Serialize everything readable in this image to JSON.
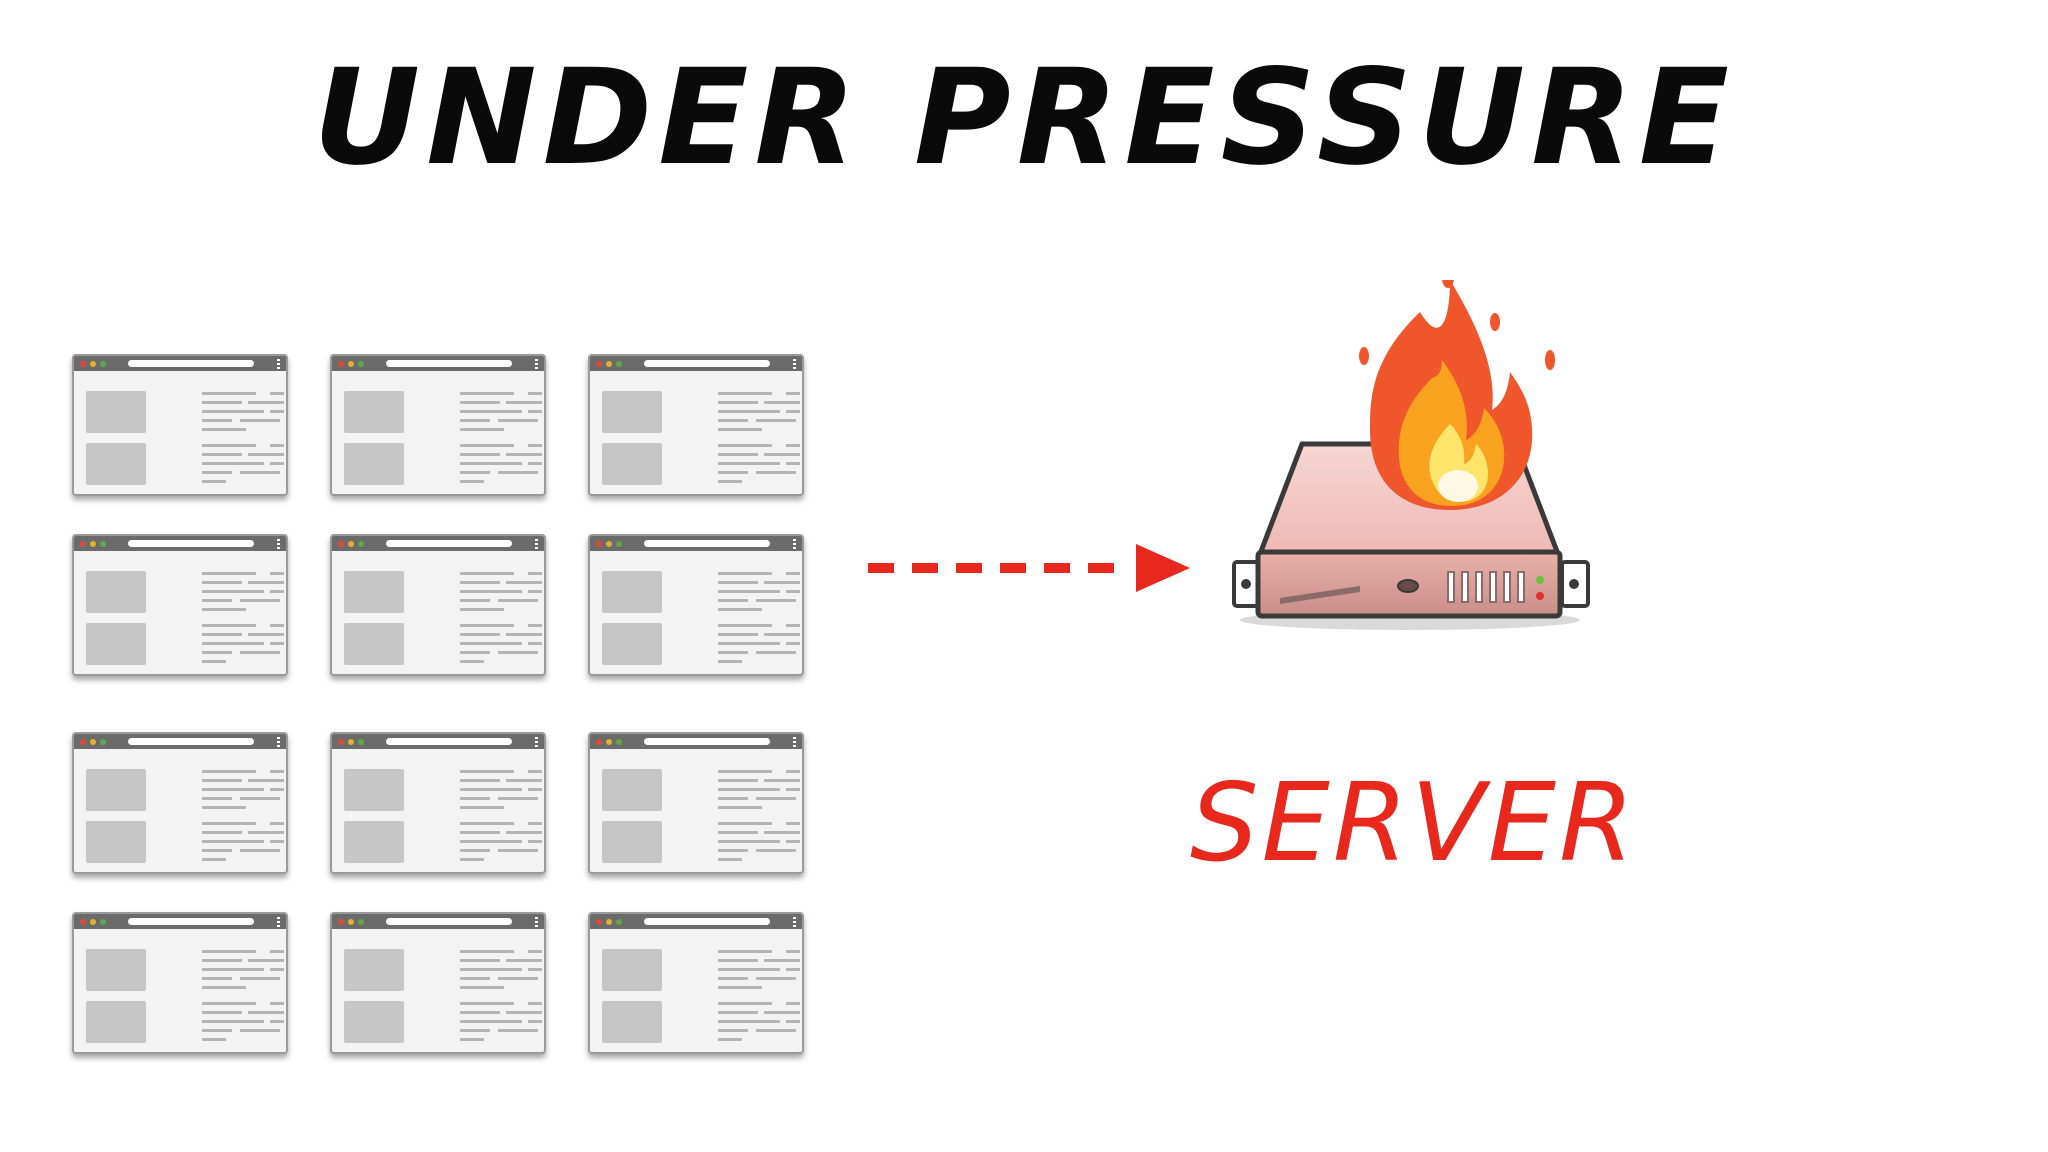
{
  "title": "UNDER PRESSURE",
  "server_label": "SERVER",
  "colors": {
    "title": "#0a0a0a",
    "accent_red": "#e8281c",
    "window_frame": "#6b6b6b",
    "window_body": "#f3f3f3",
    "placeholder": "#c6c6c6",
    "server_body": "#f2c4c0",
    "flame_outer": "#f0562c",
    "flame_mid": "#f9a21f",
    "flame_inner": "#fde46a"
  },
  "browser_windows": [
    {
      "id": "w1"
    },
    {
      "id": "w2"
    },
    {
      "id": "w3"
    },
    {
      "id": "w4"
    },
    {
      "id": "w5"
    },
    {
      "id": "w6"
    },
    {
      "id": "w7"
    },
    {
      "id": "w8"
    },
    {
      "id": "w9"
    },
    {
      "id": "w10"
    },
    {
      "id": "w11"
    },
    {
      "id": "w12"
    }
  ],
  "icons": {
    "browser": "browser-window-icon",
    "arrow": "dashed-arrow-icon",
    "server": "server-icon",
    "fire": "fire-icon"
  }
}
